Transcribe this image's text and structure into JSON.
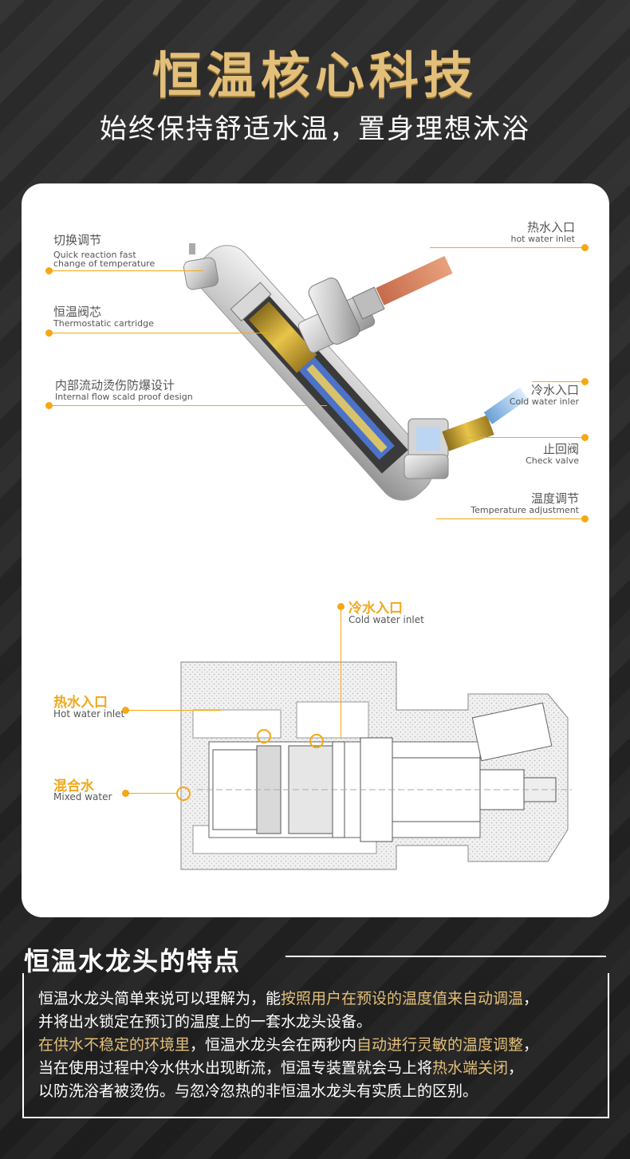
{
  "header": {
    "title": "恒温核心科技",
    "subtitle": "始终保持舒适水温，置身理想沐浴"
  },
  "diagram_top": {
    "labels": {
      "switch": {
        "cn": "切换调节",
        "en1": "Quick reaction fast",
        "en2": "change of temperature"
      },
      "cartridge": {
        "cn": "恒温阀芯",
        "en": "Thermostatic cartridge"
      },
      "scald": {
        "cn": "内部流动烫伤防爆设计",
        "en": "Internal flow scald proof design"
      },
      "hot_inlet": {
        "cn": "热水入口",
        "en": "hot water inlet"
      },
      "cold_inlet": {
        "cn": "冷水入口",
        "en": "Cold water inler"
      },
      "check_valve": {
        "cn": "止回阀",
        "en": "Check valve"
      },
      "temp_adjust": {
        "cn": "温度调节",
        "en": "Temperature adjustment"
      }
    }
  },
  "diagram_bottom": {
    "labels": {
      "cold_inlet": {
        "cn": "冷水入口",
        "en": "Cold water inlet"
      },
      "hot_inlet": {
        "cn": "热水入口",
        "en": "Hot water inlet"
      },
      "mixed": {
        "cn": "混合水",
        "en": "Mixed water"
      }
    }
  },
  "features": {
    "title": "恒温水龙头的特点",
    "p1_a": "恒温水龙头简单来说可以理解为，能",
    "p1_b": "按照用户在预设的温度值来自动调温",
    "p1_c": "，",
    "p2": "并将出水锁定在预订的温度上的一套水龙头设备。",
    "p3_a": "在供水不稳定的环境里",
    "p3_b": "，恒温水龙头会在两秒内",
    "p3_c": "自动进行灵敏的温度调整",
    "p3_d": "，",
    "p4_a": "当在使用过程中冷水供水出现断流，恒温专装置就会马上将",
    "p4_b": "热水端关闭",
    "p4_c": "，",
    "p5": "以防洗浴者被烫伤。与忽冷忽热的非恒温水龙头有实质上的区别。"
  },
  "colors": {
    "gold": "#e3bf7a",
    "accent": "#f5a813",
    "bg": "#262626"
  }
}
